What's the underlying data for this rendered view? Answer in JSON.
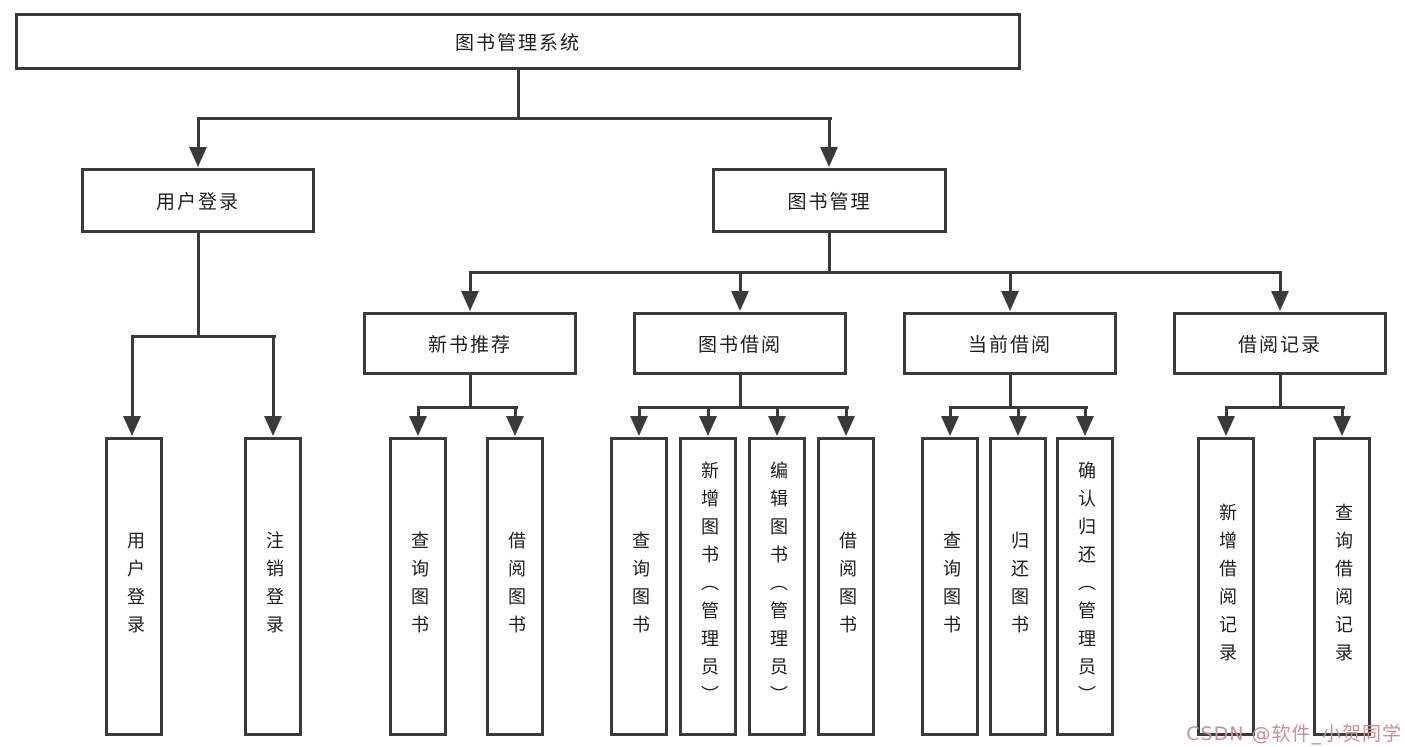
{
  "diagram": {
    "nodes": {
      "root": "图书管理系统",
      "l2_user_login": "用户登录",
      "l2_book_mgmt": "图书管理",
      "l3_new_books": "新书推荐",
      "l3_book_borrow": "图书借阅",
      "l3_current_borrow": "当前借阅",
      "l3_borrow_record": "借阅记录",
      "leaf_user_login": "用户登录",
      "leaf_logout": "注销登录",
      "leaf_nb_query": "查询图书",
      "leaf_nb_borrow": "借阅图书",
      "leaf_bb_query": "查询图书",
      "leaf_bb_add": "新增图书（管理员）",
      "leaf_bb_edit": "编辑图书（管理员）",
      "leaf_bb_borrow": "借阅图书",
      "leaf_cb_query": "查询图书",
      "leaf_cb_return": "归还图书",
      "leaf_cb_confirm": "确认归还（管理员）",
      "leaf_br_add": "新增借阅记录",
      "leaf_br_query": "查询借阅记录"
    },
    "tree": [
      {
        "parent": "图书管理系统",
        "children": [
          "用户登录",
          "图书管理"
        ]
      },
      {
        "parent": "用户登录",
        "children": [
          "用户登录",
          "注销登录"
        ]
      },
      {
        "parent": "图书管理",
        "children": [
          "新书推荐",
          "图书借阅",
          "当前借阅",
          "借阅记录"
        ]
      },
      {
        "parent": "新书推荐",
        "children": [
          "查询图书",
          "借阅图书"
        ]
      },
      {
        "parent": "图书借阅",
        "children": [
          "查询图书",
          "新增图书（管理员）",
          "编辑图书（管理员）",
          "借阅图书"
        ]
      },
      {
        "parent": "当前借阅",
        "children": [
          "查询图书",
          "归还图书",
          "确认归还（管理员）"
        ]
      },
      {
        "parent": "借阅记录",
        "children": [
          "新增借阅记录",
          "查询借阅记录"
        ]
      }
    ],
    "watermark": "CSDN @软件_小贺同学",
    "colors": {
      "line": "#3a3a3a",
      "text": "#1d1d1f",
      "watermark": "#ca9195",
      "background": "#ffffff"
    }
  }
}
